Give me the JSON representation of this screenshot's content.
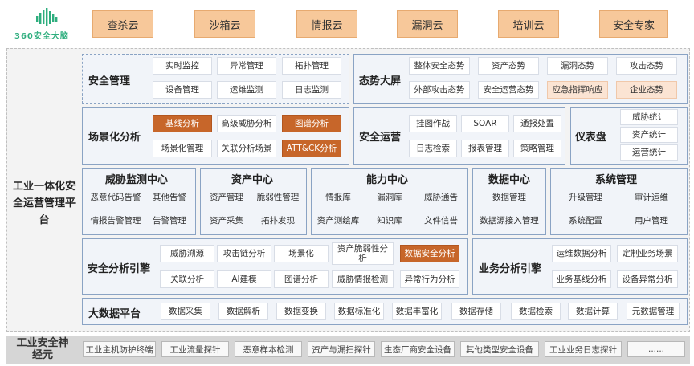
{
  "logo": {
    "text": "360安全大脑",
    "icon": "360-logo-icon",
    "color": "#2eae7e"
  },
  "clouds": [
    "查杀云",
    "沙箱云",
    "情报云",
    "漏洞云",
    "培训云",
    "安全专家"
  ],
  "platform_title": "工业一体化安全运营管理平台",
  "panels": {
    "security_mgmt": {
      "title": "安全管理",
      "items": [
        "实时监控",
        "异常管理",
        "拓扑管理",
        "设备管理",
        "运维监测",
        "日志监测"
      ]
    },
    "situation": {
      "title": "态势大屏",
      "items": [
        "整体安全态势",
        "资产态势",
        "漏洞态势",
        "攻击态势",
        "外部攻击态势",
        "安全运营态势",
        "应急指挥响应",
        "企业态势"
      ]
    },
    "scenario": {
      "title": "场景化分析",
      "items": [
        "基线分析",
        "高级威胁分析",
        "图谱分析",
        "场景化管理",
        "关联分析场景",
        "ATT&CK分析"
      ]
    },
    "sec_ops": {
      "title": "安全运营",
      "items": [
        "挂图作战",
        "SOAR",
        "通报处置",
        "日志检索",
        "报表管理",
        "策略管理"
      ]
    },
    "dashboard": {
      "title": "仪表盘",
      "items": [
        "威胁统计",
        "资产统计",
        "运营统计"
      ]
    },
    "threat_center": {
      "title": "威胁监测中心",
      "items": [
        "恶意代码告警",
        "其他告警",
        "情报告警管理",
        "告警管理"
      ]
    },
    "asset_center": {
      "title": "资产中心",
      "items": [
        "资产管理",
        "脆弱性管理",
        "资产采集",
        "拓扑发现"
      ]
    },
    "capability_center": {
      "title": "能力中心",
      "items": [
        "情报库",
        "漏洞库",
        "威胁通告",
        "资产测绘库",
        "知识库",
        "文件信誉"
      ]
    },
    "data_center": {
      "title": "数据中心",
      "items": [
        "数据管理",
        "数据源接入管理"
      ]
    },
    "system_mgmt": {
      "title": "系统管理",
      "items": [
        "升级管理",
        "审计运维",
        "系统配置",
        "用户管理"
      ]
    },
    "sec_engine": {
      "title": "安全分析引擎",
      "items": [
        "威胁溯源",
        "攻击链分析",
        "场景化",
        "资产脆弱性分析",
        "数据安全分析",
        "关联分析",
        "AI建模",
        "图谱分析",
        "威胁情报检测",
        "异常行为分析"
      ]
    },
    "biz_engine": {
      "title": "业务分析引擎",
      "items": [
        "运维数据分析",
        "定制业务场景",
        "业务基线分析",
        "设备异常分析"
      ]
    },
    "big_data": {
      "title": "大数据平台",
      "items": [
        "数据采集",
        "数据解析",
        "数据变换",
        "数据标准化",
        "数据丰富化",
        "数据存储",
        "数据检索",
        "数据计算",
        "元数据管理"
      ]
    }
  },
  "bottom": {
    "title": "工业安全神经元",
    "items": [
      "工业主机防护终端",
      "工业流量探针",
      "恶意样本检测",
      "资产与漏扫探针",
      "生态厂商安全设备",
      "其他类型安全设备",
      "工业业务日志探针",
      "......"
    ]
  },
  "colors": {
    "highlight": "#c7662a",
    "cloud": "#f7c89a",
    "panel_border": "#8aa3c4",
    "pink": "#fbe4d3"
  }
}
